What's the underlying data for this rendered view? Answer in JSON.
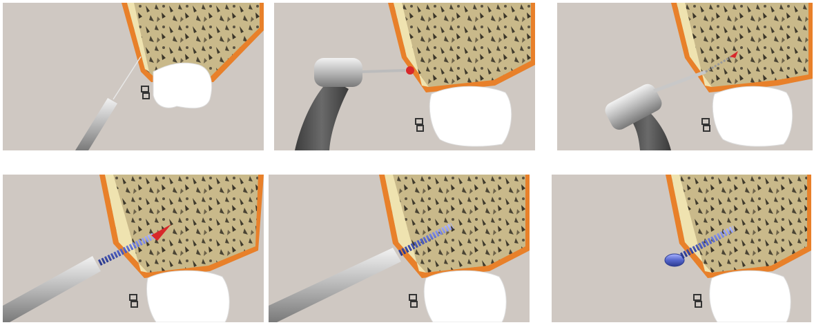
{
  "figure": {
    "panels": [
      {
        "id": "p1",
        "tool": "probe-needle"
      },
      {
        "id": "p2",
        "tool": "round-bur-handpiece"
      },
      {
        "id": "p3",
        "tool": "pilot-drill-handpiece"
      },
      {
        "id": "p4",
        "tool": "screwdriver-with-miniscrew"
      },
      {
        "id": "p5",
        "tool": "screwdriver-miniscrew-inserted"
      },
      {
        "id": "p6",
        "tool": "miniscrew-in-place"
      }
    ],
    "colors": {
      "background": "#cfc8c2",
      "bone": "#c9b98a",
      "cortex": "#efe3b0",
      "gingiva": "#e8802a",
      "tooth": "#ffffff",
      "screw": "#5566cc",
      "drill_tip": "#d8282a",
      "handpiece": "#8a8a8a",
      "hose": "#555555"
    }
  }
}
